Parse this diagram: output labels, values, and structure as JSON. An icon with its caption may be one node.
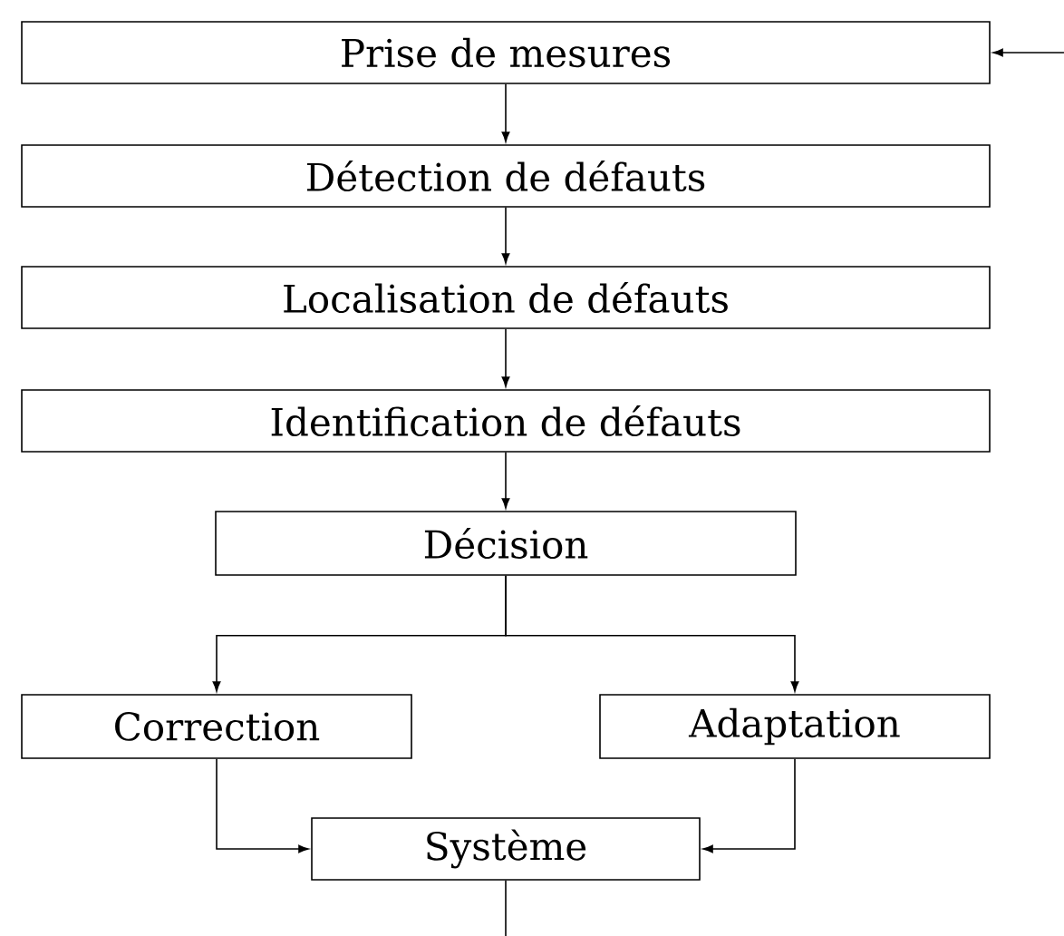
{
  "diagram": {
    "nodes": [
      {
        "text": [
          "Prise de mesures"
        ]
      },
      {
        "text": [
          "Détection de défauts"
        ]
      },
      {
        "text": [
          "Localisation de défauts"
        ]
      },
      {
        "text": [
          "Identification de défauts"
        ]
      },
      {
        "text": [
          "Décision"
        ]
      },
      {
        "text": [
          "Correction"
        ]
      },
      {
        "text": [
          "Adaptation"
        ]
      },
      {
        "text": [
          "Système"
        ]
      }
    ],
    "edges": [
      {
        "from": 0,
        "to": 1,
        "arrow": "to"
      },
      {
        "from": 1,
        "to": 2,
        "arrow": "to"
      },
      {
        "from": 2,
        "to": 3,
        "arrow": "to"
      },
      {
        "from": 3,
        "to": 4,
        "arrow": "to"
      },
      {
        "from": 4,
        "to": 5,
        "arrow": "to"
      },
      {
        "from": 4,
        "to": 6,
        "arrow": "to"
      },
      {
        "from": 5,
        "to": 7,
        "arrow": "to"
      },
      {
        "from": 6,
        "to": 7,
        "arrow": "to"
      },
      {
        "from": 7,
        "to": null,
        "arrow": "none"
      },
      {
        "from": null,
        "to": 0,
        "arrow": "to"
      }
    ]
  }
}
